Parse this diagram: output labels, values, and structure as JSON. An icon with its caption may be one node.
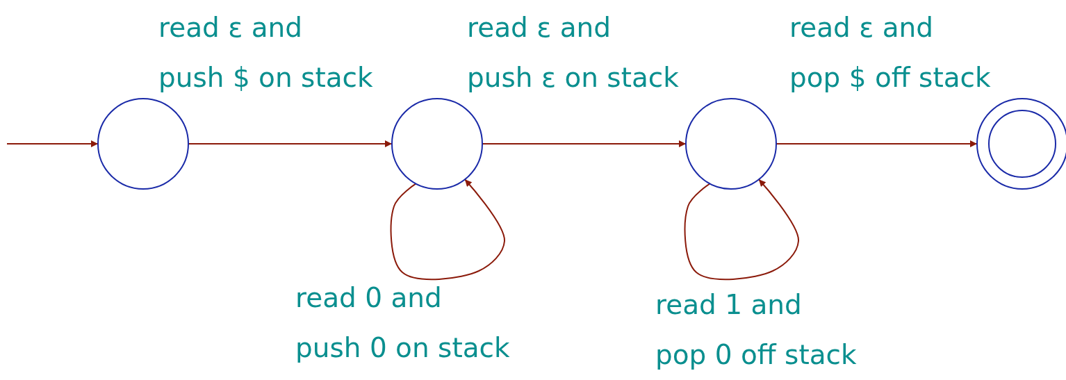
{
  "diagram": {
    "nodes": [
      {
        "text": [],
        "shape": "circle"
      },
      {
        "text": [],
        "shape": "circle"
      },
      {
        "text": [],
        "shape": "circle"
      },
      {
        "text": [],
        "shape": "double-circle"
      }
    ],
    "edges": [
      {
        "from": null,
        "to": 0,
        "arrow": "to"
      },
      {
        "from": 0,
        "to": 1,
        "arrow": "to",
        "label": "read ε and push $ on stack"
      },
      {
        "from": 1,
        "to": 1,
        "arrow": "to",
        "label": "read 0 and push 0 on stack"
      },
      {
        "from": 1,
        "to": 2,
        "arrow": "to",
        "label": "read ε and push ε on stack"
      },
      {
        "from": 2,
        "to": 2,
        "arrow": "to",
        "label": "read 1 and pop 0 off stack"
      },
      {
        "from": 2,
        "to": 3,
        "arrow": "to",
        "label": "read ε and pop $ off stack"
      }
    ]
  }
}
